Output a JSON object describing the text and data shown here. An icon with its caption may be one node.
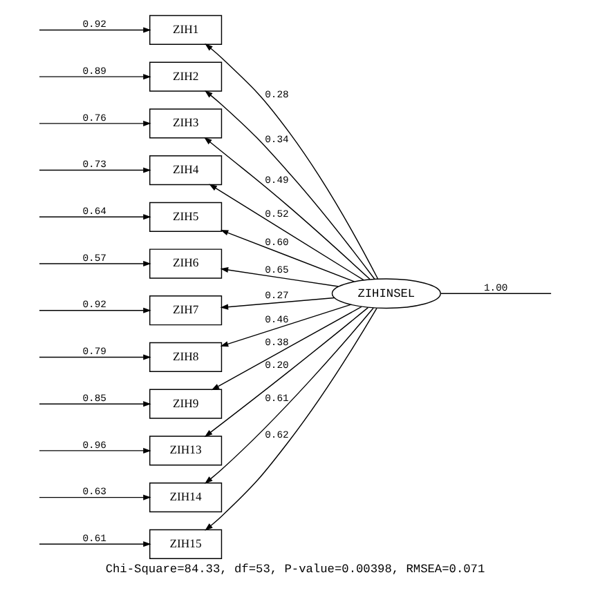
{
  "diagram": {
    "caption": "Chi-Square=84.33, df=53, P-value=0.00398, RMSEA=0.071",
    "nodes": [
      {
        "text": [
          "ZIH1"
        ]
      },
      {
        "text": [
          "ZIH2"
        ]
      },
      {
        "text": [
          "ZIH3"
        ]
      },
      {
        "text": [
          "ZIH4"
        ]
      },
      {
        "text": [
          "ZIH5"
        ]
      },
      {
        "text": [
          "ZIH6"
        ]
      },
      {
        "text": [
          "ZIH7"
        ]
      },
      {
        "text": [
          "ZIH8"
        ]
      },
      {
        "text": [
          "ZIH9"
        ]
      },
      {
        "text": [
          "ZIH13"
        ]
      },
      {
        "text": [
          "ZIH14"
        ]
      },
      {
        "text": [
          "ZIH15"
        ]
      },
      {
        "text": [
          "ZIHINSEL"
        ]
      }
    ],
    "edges": [
      {
        "from": 12,
        "to": 0,
        "arrow": "to",
        "label": "0.28"
      },
      {
        "from": 12,
        "to": 1,
        "arrow": "to",
        "label": "0.34"
      },
      {
        "from": 12,
        "to": 2,
        "arrow": "to",
        "label": "0.49"
      },
      {
        "from": 12,
        "to": 3,
        "arrow": "to",
        "label": "0.52"
      },
      {
        "from": 12,
        "to": 4,
        "arrow": "to",
        "label": "0.60"
      },
      {
        "from": 12,
        "to": 5,
        "arrow": "to",
        "label": "0.65"
      },
      {
        "from": 12,
        "to": 6,
        "arrow": "to",
        "label": "0.27"
      },
      {
        "from": 12,
        "to": 7,
        "arrow": "to",
        "label": "0.46"
      },
      {
        "from": 12,
        "to": 8,
        "arrow": "to",
        "label": "0.38"
      },
      {
        "from": 12,
        "to": 9,
        "arrow": "to",
        "label": "0.20"
      },
      {
        "from": 12,
        "to": 10,
        "arrow": "to",
        "label": "0.61"
      },
      {
        "from": 12,
        "to": 11,
        "arrow": "to",
        "label": "0.62"
      },
      {
        "from": null,
        "to": 0,
        "arrow": "to",
        "label": "0.92"
      },
      {
        "from": null,
        "to": 1,
        "arrow": "to",
        "label": "0.89"
      },
      {
        "from": null,
        "to": 2,
        "arrow": "to",
        "label": "0.76"
      },
      {
        "from": null,
        "to": 3,
        "arrow": "to",
        "label": "0.73"
      },
      {
        "from": null,
        "to": 4,
        "arrow": "to",
        "label": "0.64"
      },
      {
        "from": null,
        "to": 5,
        "arrow": "to",
        "label": "0.57"
      },
      {
        "from": null,
        "to": 6,
        "arrow": "to",
        "label": "0.92"
      },
      {
        "from": null,
        "to": 7,
        "arrow": "to",
        "label": "0.79"
      },
      {
        "from": null,
        "to": 8,
        "arrow": "to",
        "label": "0.85"
      },
      {
        "from": null,
        "to": 9,
        "arrow": "to",
        "label": "0.96"
      },
      {
        "from": null,
        "to": 10,
        "arrow": "to",
        "label": "0.63"
      },
      {
        "from": null,
        "to": 11,
        "arrow": "to",
        "label": "0.61"
      },
      {
        "from": 12,
        "to": null,
        "arrow": "none",
        "label": "1.00"
      }
    ]
  }
}
